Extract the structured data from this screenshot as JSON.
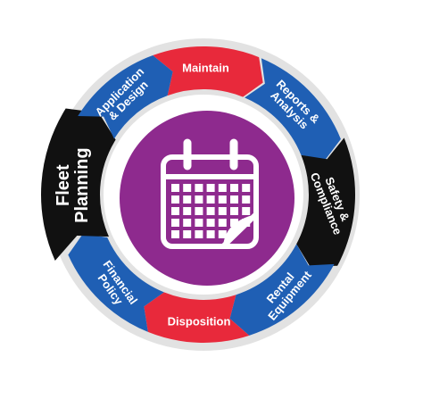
{
  "center": {
    "icon": "calendar-icon",
    "color": "#8e2a8e"
  },
  "segments": [
    {
      "id": "maintain",
      "lines": [
        "Maintain"
      ],
      "color": "#e8293b"
    },
    {
      "id": "reports-analysis",
      "lines": [
        "Reports &",
        "Analysis"
      ],
      "color": "#1f5fb4"
    },
    {
      "id": "safety-compliance",
      "lines": [
        "Safety &",
        "Compliance"
      ],
      "color": "#111111"
    },
    {
      "id": "rental-equipment",
      "lines": [
        "Rental",
        "Equipment"
      ],
      "color": "#1f5fb4"
    },
    {
      "id": "disposition",
      "lines": [
        "Disposition"
      ],
      "color": "#e8293b"
    },
    {
      "id": "financial-policy",
      "lines": [
        "Financial",
        "Policy"
      ],
      "color": "#1f5fb4"
    },
    {
      "id": "fleet-planning",
      "lines": [
        "Fleet",
        "Planning"
      ],
      "color": "#111111"
    },
    {
      "id": "application-design",
      "lines": [
        "Application",
        "& Design"
      ],
      "color": "#1f5fb4"
    }
  ],
  "ring_color": "#e2e2e2"
}
